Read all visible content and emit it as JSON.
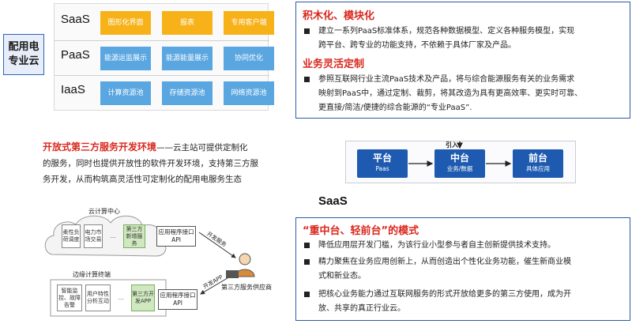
{
  "side_title": "配用电专业云",
  "tiers": [
    {
      "label": "SaaS",
      "cells": [
        {
          "text": "图形化界面",
          "color": "orange"
        },
        {
          "text": "报表",
          "color": "orange"
        },
        {
          "text": "专用客户端",
          "color": "orange"
        }
      ]
    },
    {
      "label": "PaaS",
      "cells": [
        {
          "text": "能源运监展示",
          "color": "blue"
        },
        {
          "text": "能源能量展示",
          "color": "blue"
        },
        {
          "text": "协同优化",
          "color": "blue"
        }
      ]
    },
    {
      "label": "IaaS",
      "cells": [
        {
          "text": "计算资源池",
          "color": "blue"
        },
        {
          "text": "存储资源池",
          "color": "blue"
        },
        {
          "text": "网络资源池",
          "color": "blue"
        }
      ]
    }
  ],
  "panel1": {
    "heading1": "积木化、模块化",
    "bullet1_line1": "建立一系列PaaS标准体系，规范各种数据模型、定义各种服务模型，实现",
    "bullet1_line2": "跨平台、跨专业的功能支持，不依赖于具体厂家及产品。",
    "heading2": "业务灵活定制",
    "bullet2_line1": "参照互联网行业主流PaaS技术及产品，将与综合能源服务有关的业务需求",
    "bullet2_line2": "映射到PaaS中，通过定制、裁剪，将其改造为具有更高效率、更实时可靠、",
    "bullet2_line3": "更直接/简洁/便捷的综合能源的“专业PaaS”."
  },
  "paragraph": {
    "heading": "开放式第三方服务开发环境",
    "line1_rest": "——云主站可提供定制化",
    "line2": "的服务，同时也提供开放性的软件开发环境，支持第三方服",
    "line3": "务开发，从而构筑高灵活性可定制化的配用电服务生态"
  },
  "flow": {
    "inject_label": "引入",
    "boxes": [
      {
        "title": "平台",
        "sub": "Paas"
      },
      {
        "title": "中台",
        "sub": "业务/数据"
      },
      {
        "title": "前台",
        "sub": "具体应用"
      }
    ]
  },
  "saas_label": "SaaS",
  "panel2": {
    "heading": "“重中台、轻前台”的模式",
    "b1": "降低应用层开发门槛，为该行业小型参与者自主创新提供技术支持。",
    "b2_line1": "精力聚焦在业务应用创新上，从而创造出个性化业务功能，催生新商业模",
    "b2_line2": "式和新业态。",
    "b3_line1": "把核心业务能力通过互联网服务的形式开放给更多的第三方使用，成为开",
    "b3_line2": "放、共享的真正行业云。"
  },
  "arch": {
    "cloud_title": "云计算中心",
    "cloud_items": [
      "柔性负荷调度",
      "电力市场交易",
      "…",
      "第三方新增服务"
    ],
    "cloud_api": "应用程序接口API",
    "edge_title": "边缘计算终端",
    "edge_items": [
      "智能监控、故障告警",
      "用户特性分析互动",
      "…",
      "第三方开发APP"
    ],
    "edge_api": "应用程序接口API",
    "arrow_top": "开发服务",
    "arrow_bottom": "开发APP",
    "provider": "第三方服务供应商"
  }
}
